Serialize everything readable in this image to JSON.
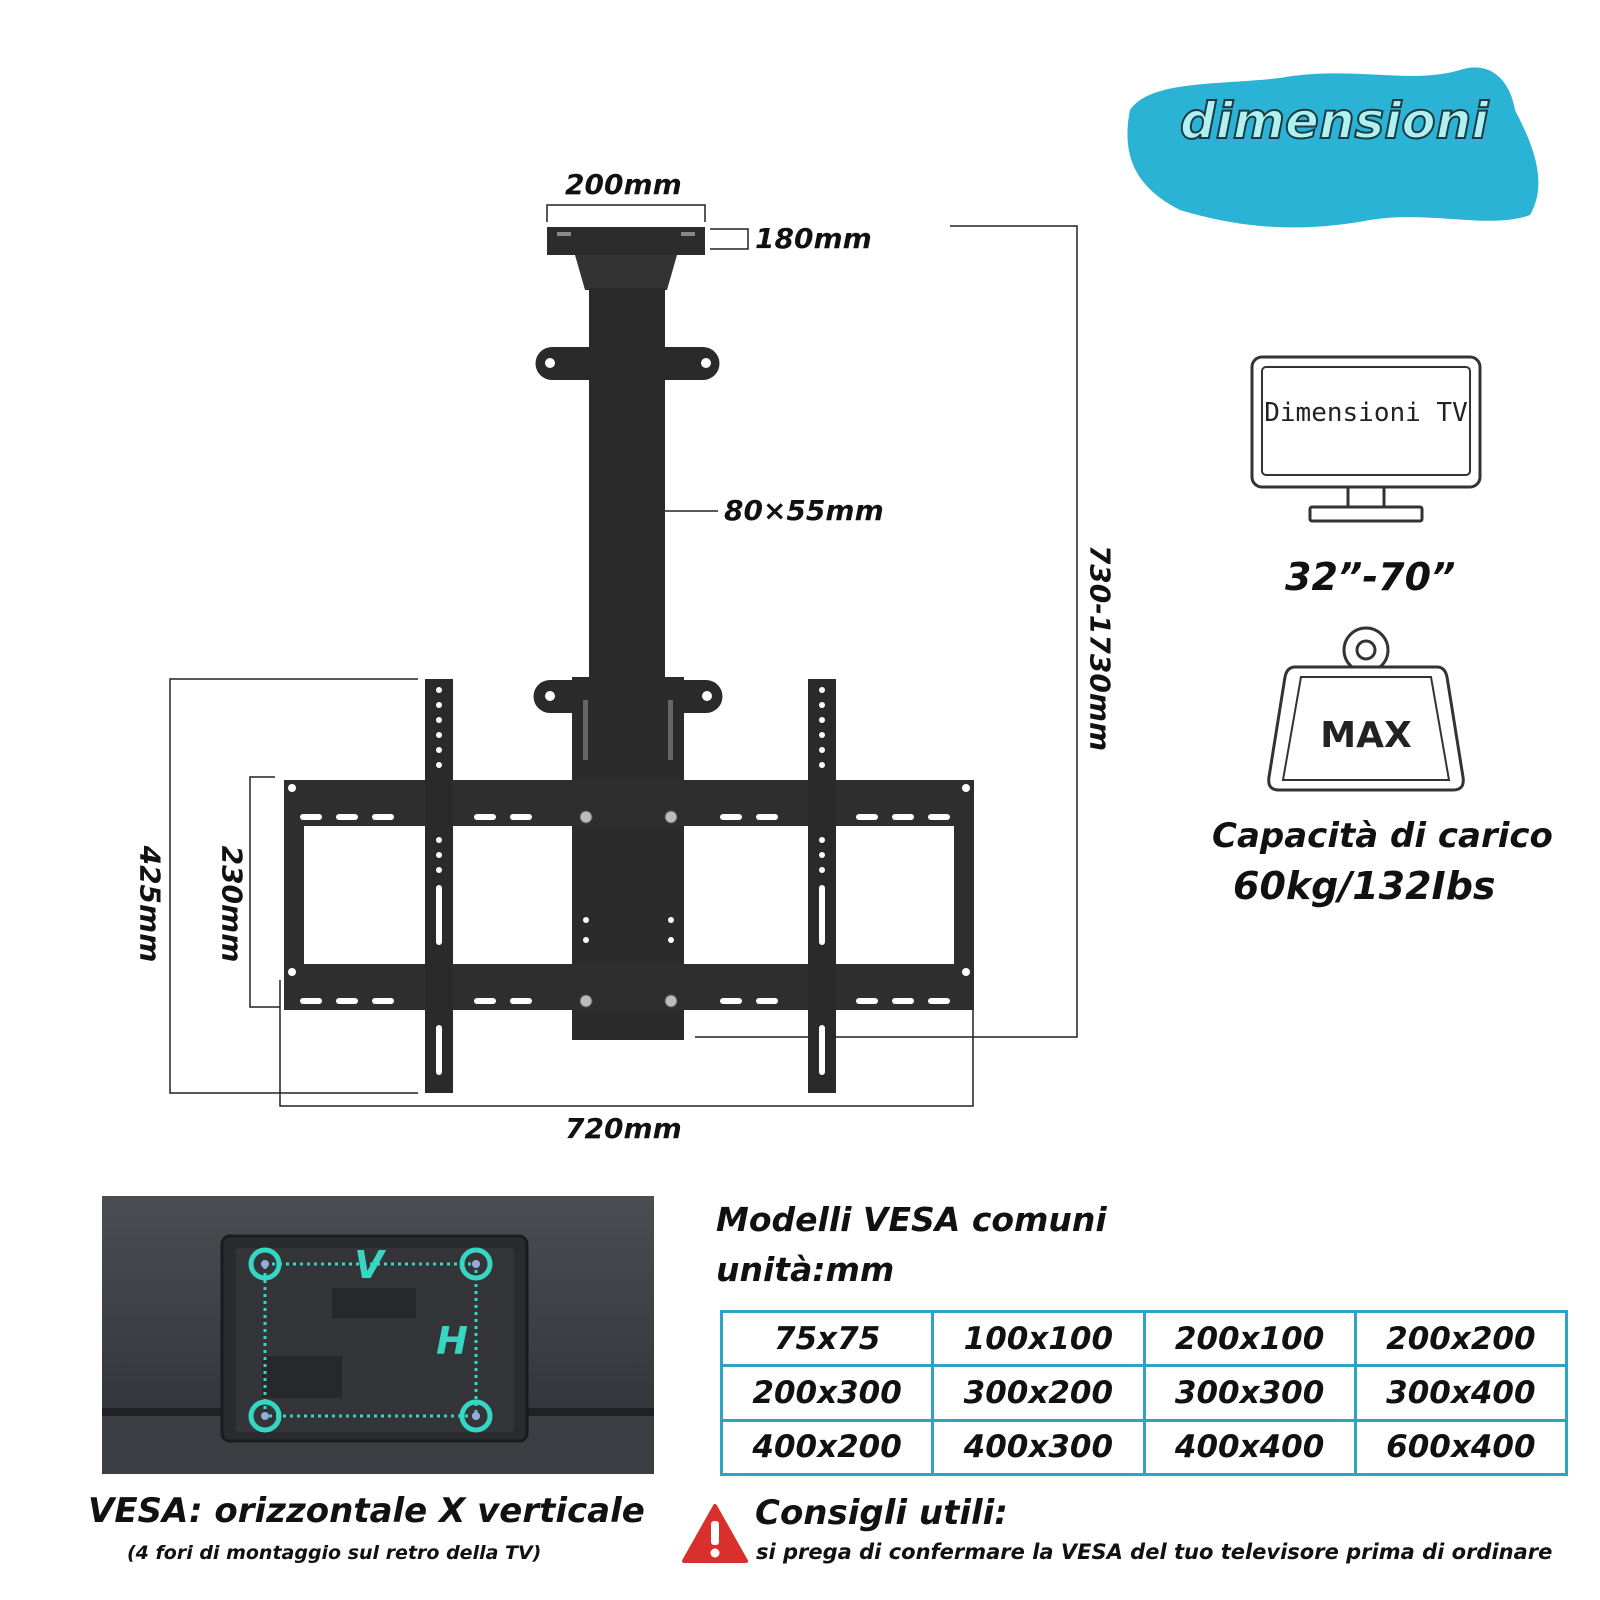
{
  "badge": {
    "label": "dimensioni",
    "color": "#2bb3d6"
  },
  "dimensions": {
    "top_width": "200mm",
    "top_depth": "180mm",
    "pole": "80×55mm",
    "height_range": "730-1730mm",
    "outer_height": "425mm",
    "inner_height": "230mm",
    "width": "720mm"
  },
  "tv": {
    "screen_label": "Dimensioni TV",
    "size_range": "32”-70”"
  },
  "weight": {
    "icon_label": "MAX",
    "caption_line1": "Capacità di carico",
    "caption_line2": "60kg/132Ibs"
  },
  "vesa_diagram": {
    "v_label": "V",
    "h_label": "H",
    "accent": "#36d6c3"
  },
  "vesa_table": {
    "title_line1": "Modelli VESA comuni",
    "title_line2": "unità:mm",
    "rows": [
      [
        "75x75",
        "100x100",
        "200x100",
        "200x200"
      ],
      [
        "200x300",
        "300x200",
        "300x300",
        "300x400"
      ],
      [
        "400x200",
        "400x300",
        "400x400",
        "600x400"
      ]
    ],
    "border_color": "#2ea4c2"
  },
  "vesa_caption": {
    "line1": "VESA: orizzontale X verticale",
    "line2": "(4 fori di montaggio sul retro della TV)"
  },
  "tips": {
    "title": "Consigli utili:",
    "text": "si prega di confermare la VESA del tuo televisore prima di ordinare",
    "warning_color": "#d9302b"
  }
}
